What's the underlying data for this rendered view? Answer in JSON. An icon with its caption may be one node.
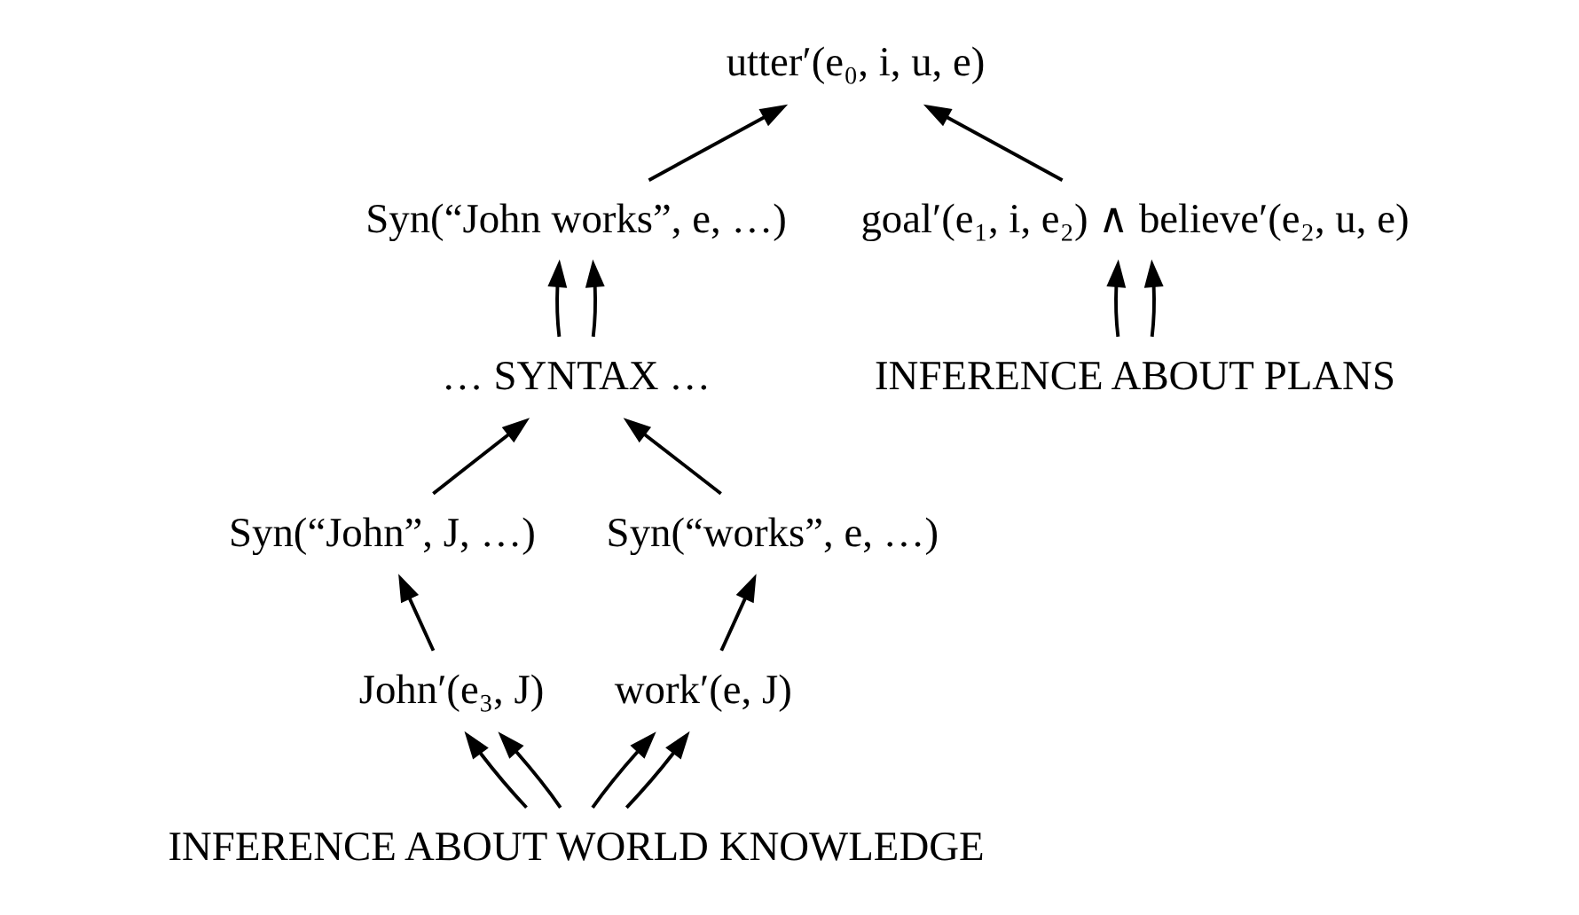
{
  "diagram": {
    "nodes": [
      {
        "text": [
          "utter′(e₀, i, u, e)"
        ]
      },
      {
        "text": [
          "Syn(“John works”, e, …)"
        ]
      },
      {
        "text": [
          "goal′(e₁, i, e₂) ∧ believe′(e₂, u, e)"
        ]
      },
      {
        "text": [
          "… SYNTAX …"
        ]
      },
      {
        "text": [
          "INFERENCE ABOUT PLANS"
        ]
      },
      {
        "text": [
          "Syn(“John”, J, …)"
        ]
      },
      {
        "text": [
          "Syn(“works”, e, …)"
        ]
      },
      {
        "text": [
          "John′(e₃, J)"
        ]
      },
      {
        "text": [
          "work′(e, J)"
        ]
      },
      {
        "text": [
          "INFERENCE ABOUT WORLD KNOWLEDGE"
        ]
      }
    ],
    "edges": [
      {
        "from": 1,
        "to": 0,
        "arrow": "to"
      },
      {
        "from": 2,
        "to": 0,
        "arrow": "to"
      },
      {
        "from": 3,
        "to": 1,
        "arrow": "to"
      },
      {
        "from": 3,
        "to": 1,
        "arrow": "to"
      },
      {
        "from": 4,
        "to": 2,
        "arrow": "to"
      },
      {
        "from": 4,
        "to": 2,
        "arrow": "to"
      },
      {
        "from": 5,
        "to": 3,
        "arrow": "to"
      },
      {
        "from": 6,
        "to": 3,
        "arrow": "to"
      },
      {
        "from": 7,
        "to": 5,
        "arrow": "to"
      },
      {
        "from": 8,
        "to": 6,
        "arrow": "to"
      },
      {
        "from": 9,
        "to": 7,
        "arrow": "to"
      },
      {
        "from": 9,
        "to": 7,
        "arrow": "to"
      },
      {
        "from": 9,
        "to": 8,
        "arrow": "to"
      },
      {
        "from": 9,
        "to": 8,
        "arrow": "to"
      }
    ]
  }
}
